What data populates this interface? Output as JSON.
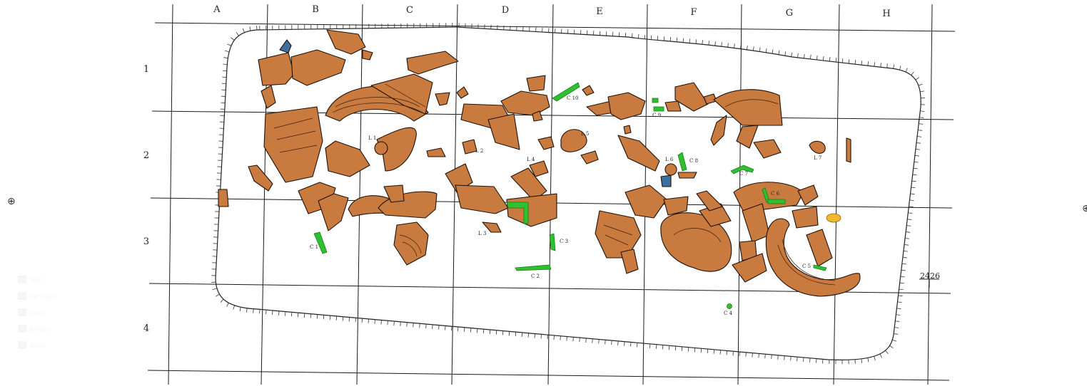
{
  "grid": {
    "columns": [
      "A",
      "B",
      "C",
      "D",
      "E",
      "F",
      "G",
      "H"
    ],
    "rows": [
      "1",
      "2",
      "3",
      "4"
    ]
  },
  "finds": {
    "lamps": [
      "L 1",
      "L 2",
      "L 3",
      "L 4",
      "L 5",
      "L 6",
      "L 7"
    ],
    "coins": [
      "C 1",
      "C 2",
      "C 3",
      "C 4",
      "C 5",
      "C 6",
      "C 7",
      "C 8",
      "C 9",
      "C 10"
    ]
  },
  "scale_label": "2426",
  "side_marks": [
    "⊕",
    "⊕"
  ],
  "faint_legend": [
    "Wall",
    "Ceramics",
    "Lamp",
    "Bronze",
    "Glass"
  ],
  "colors": {
    "ceramic": "#c97a3f",
    "bronze": "#2fc02f",
    "glass": "#3f6f9f",
    "gold": "#f0b82a",
    "grid": "#1a1a1a"
  }
}
